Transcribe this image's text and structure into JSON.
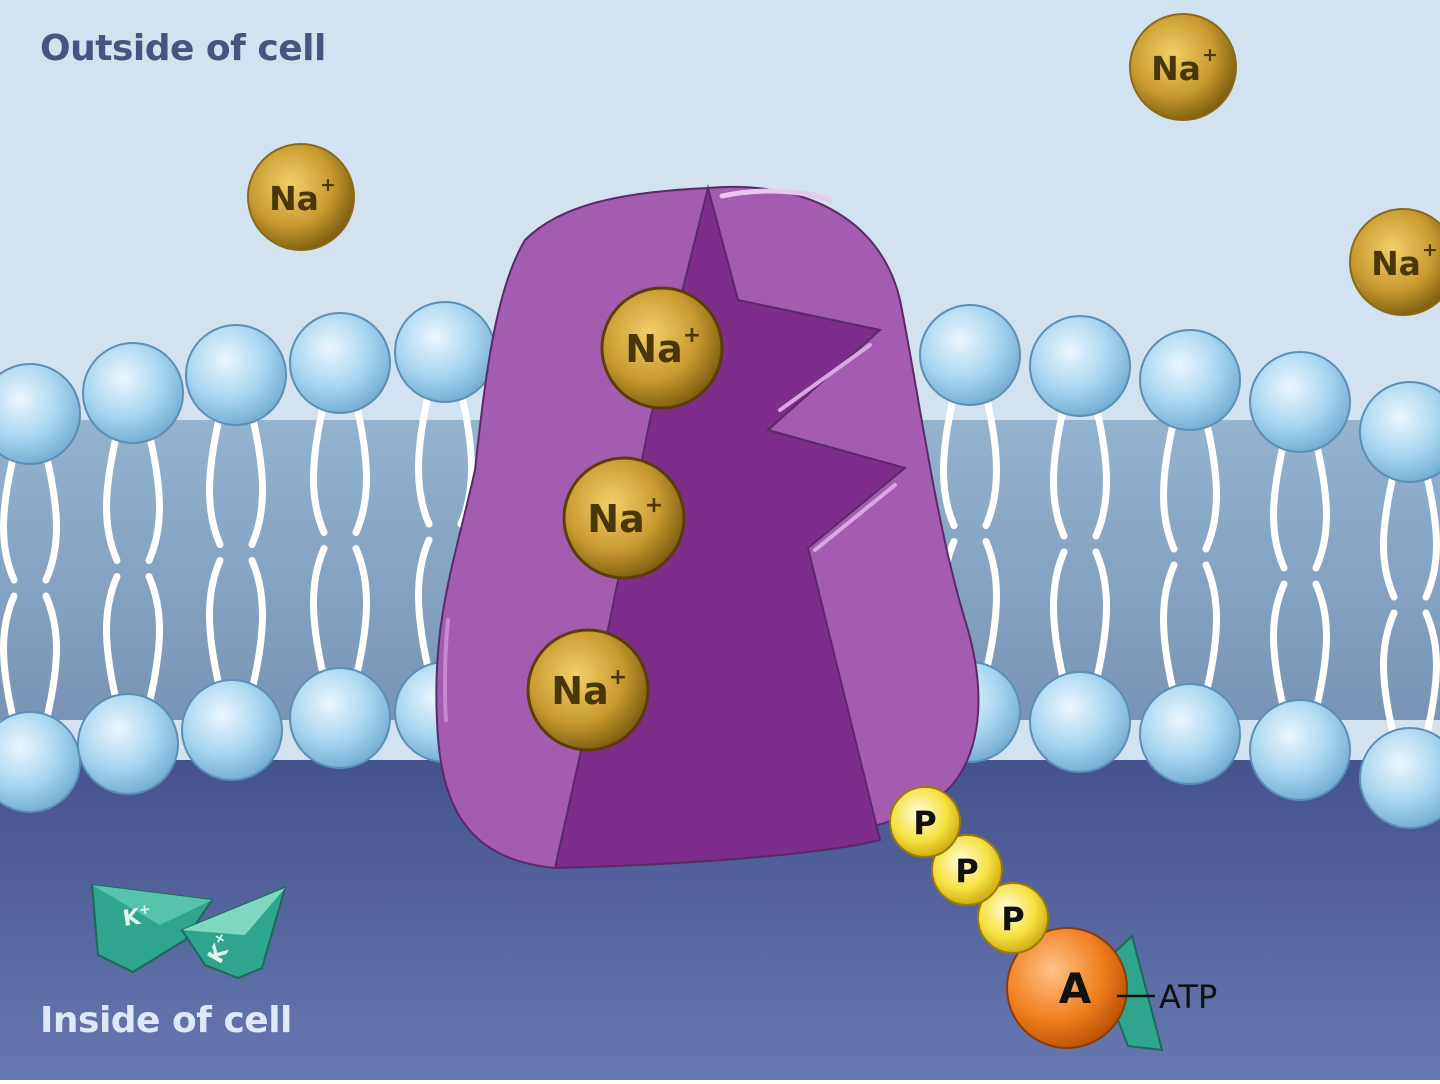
{
  "labels": {
    "outside": "Outside of cell",
    "inside": "Inside of cell",
    "atp": "ATP"
  },
  "ions": {
    "sodium": "Na",
    "sodium_charge": "+",
    "potassium": "K",
    "potassium_charge": "+"
  },
  "atp": {
    "phosphate": "P",
    "adenosine": "A"
  },
  "colors": {
    "outside_bg": "#d3e2f0",
    "inside_bg": "#5a6aa5",
    "pump": "#9a4fa6",
    "sodium": "#c89b30",
    "phosphate": "#f6e240",
    "adenosine": "#f07e1c",
    "potassium": "#2ea58c",
    "lipid_head": "#a9d6f1"
  }
}
